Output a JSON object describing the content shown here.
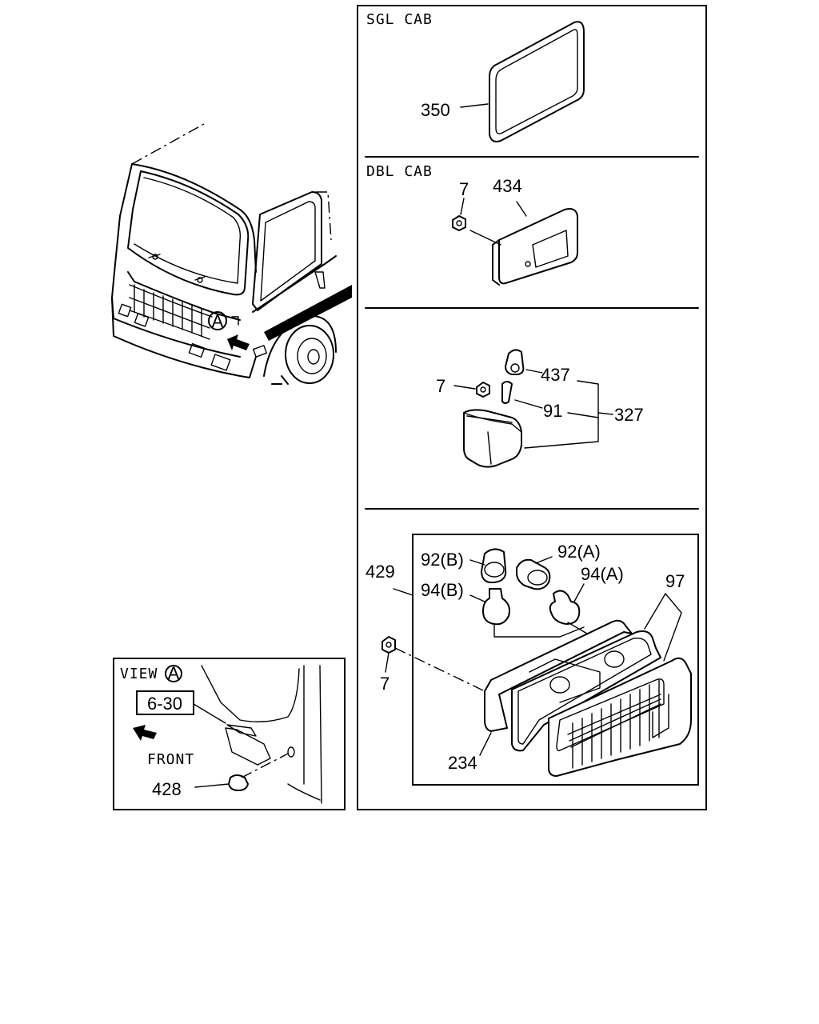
{
  "sections": {
    "sgl_cab": "SGL CAB",
    "dbl_cab": "DBL CAB",
    "view": "VIEW",
    "view_marker": "A",
    "truck_marker": "A",
    "front": "FRONT",
    "ref_box": "6-30"
  },
  "labels": {
    "p350": "350",
    "p7a": "7",
    "p434": "434",
    "p437": "437",
    "p7b": "7",
    "p91": "91",
    "p327": "327",
    "p92b": "92(B)",
    "p92a": "92(A)",
    "p429": "429",
    "p94b": "94(B)",
    "p94a": "94(A)",
    "p97": "97",
    "p7c": "7",
    "p234": "234",
    "p428": "428"
  }
}
